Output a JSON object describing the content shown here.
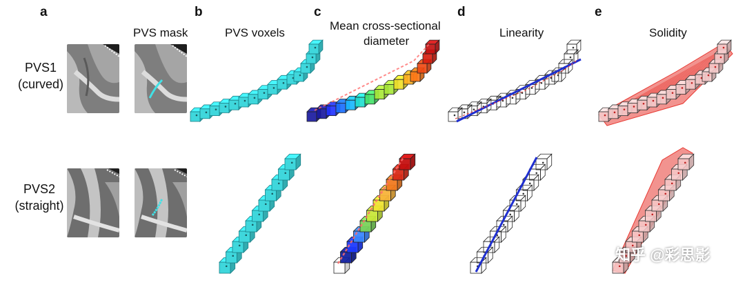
{
  "panels": {
    "a": "a",
    "b": "b",
    "c": "c",
    "d": "d",
    "e": "e"
  },
  "headers": {
    "mask": "PVS mask",
    "voxels": "PVS voxels",
    "diameter_line1": "Mean cross-sectional",
    "diameter_line2": "diameter",
    "linearity": "Linearity",
    "solidity": "Solidity"
  },
  "rows": {
    "pvs1_name": "PVS1",
    "pvs1_desc": "(curved)",
    "pvs2_name": "PVS2",
    "pvs2_desc": "(straight)"
  },
  "watermark": "知乎 @彩思影",
  "colors": {
    "voxel_cyan": "#3fd7dc",
    "linearity_line": "#1f2fd0",
    "solidity_hull": "#e83a33",
    "mask_cyan": "#41e1e6"
  }
}
